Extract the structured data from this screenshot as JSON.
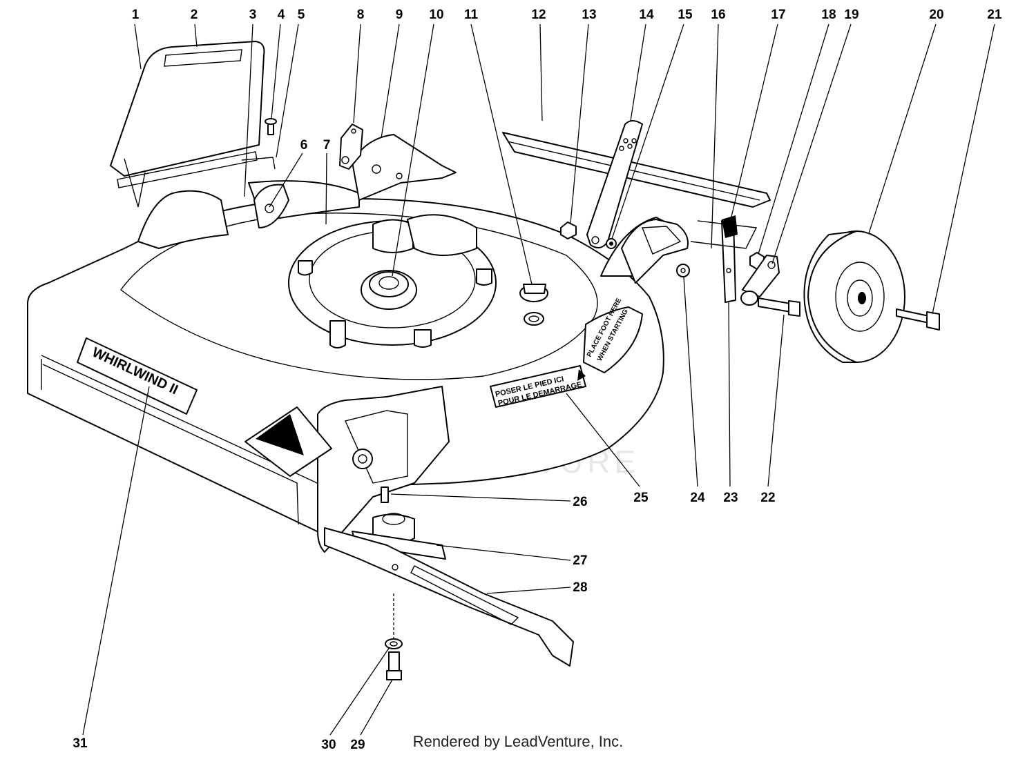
{
  "callouts": [
    {
      "id": "1",
      "label": "1"
    },
    {
      "id": "2",
      "label": "2"
    },
    {
      "id": "3",
      "label": "3"
    },
    {
      "id": "4",
      "label": "4"
    },
    {
      "id": "5",
      "label": "5"
    },
    {
      "id": "6",
      "label": "6"
    },
    {
      "id": "7",
      "label": "7"
    },
    {
      "id": "8",
      "label": "8"
    },
    {
      "id": "9",
      "label": "9"
    },
    {
      "id": "10",
      "label": "10"
    },
    {
      "id": "11",
      "label": "11"
    },
    {
      "id": "12",
      "label": "12"
    },
    {
      "id": "13",
      "label": "13"
    },
    {
      "id": "14",
      "label": "14"
    },
    {
      "id": "15",
      "label": "15"
    },
    {
      "id": "16",
      "label": "16"
    },
    {
      "id": "17",
      "label": "17"
    },
    {
      "id": "18",
      "label": "18"
    },
    {
      "id": "19",
      "label": "19"
    },
    {
      "id": "20",
      "label": "20"
    },
    {
      "id": "21",
      "label": "21"
    },
    {
      "id": "22",
      "label": "22"
    },
    {
      "id": "23",
      "label": "23"
    },
    {
      "id": "24",
      "label": "24"
    },
    {
      "id": "25",
      "label": "25"
    },
    {
      "id": "26",
      "label": "26"
    },
    {
      "id": "27",
      "label": "27"
    },
    {
      "id": "28",
      "label": "28"
    },
    {
      "id": "29",
      "label": "29"
    },
    {
      "id": "30",
      "label": "30"
    },
    {
      "id": "31",
      "label": "31"
    }
  ],
  "decals": {
    "brand": "WHIRLWIND II",
    "foot_en_line1": "PLACE FOOT HERE",
    "foot_en_line2": "WHEN STARTING",
    "foot_fr_line1": "POSER LE PIED ICI",
    "foot_fr_line2": "POUR LE DEMARRAGE"
  },
  "watermark": "LEADVENTURE",
  "footer": "Rendered by LeadVenture, Inc."
}
